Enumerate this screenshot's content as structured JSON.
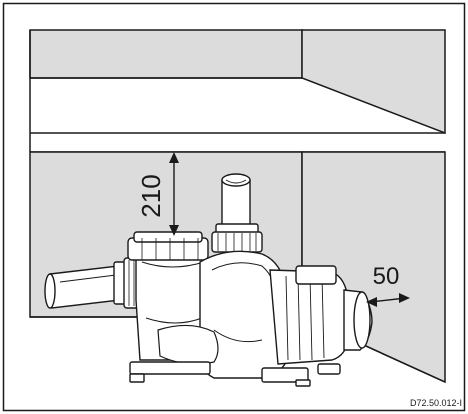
{
  "drawing": {
    "clearance_top": "210",
    "clearance_side": "50",
    "reference_code": "D72.50.012-I"
  },
  "colors": {
    "wall_gray": "#dcdcdc",
    "outline": "#1a1a1a",
    "paper": "#ffffff"
  }
}
